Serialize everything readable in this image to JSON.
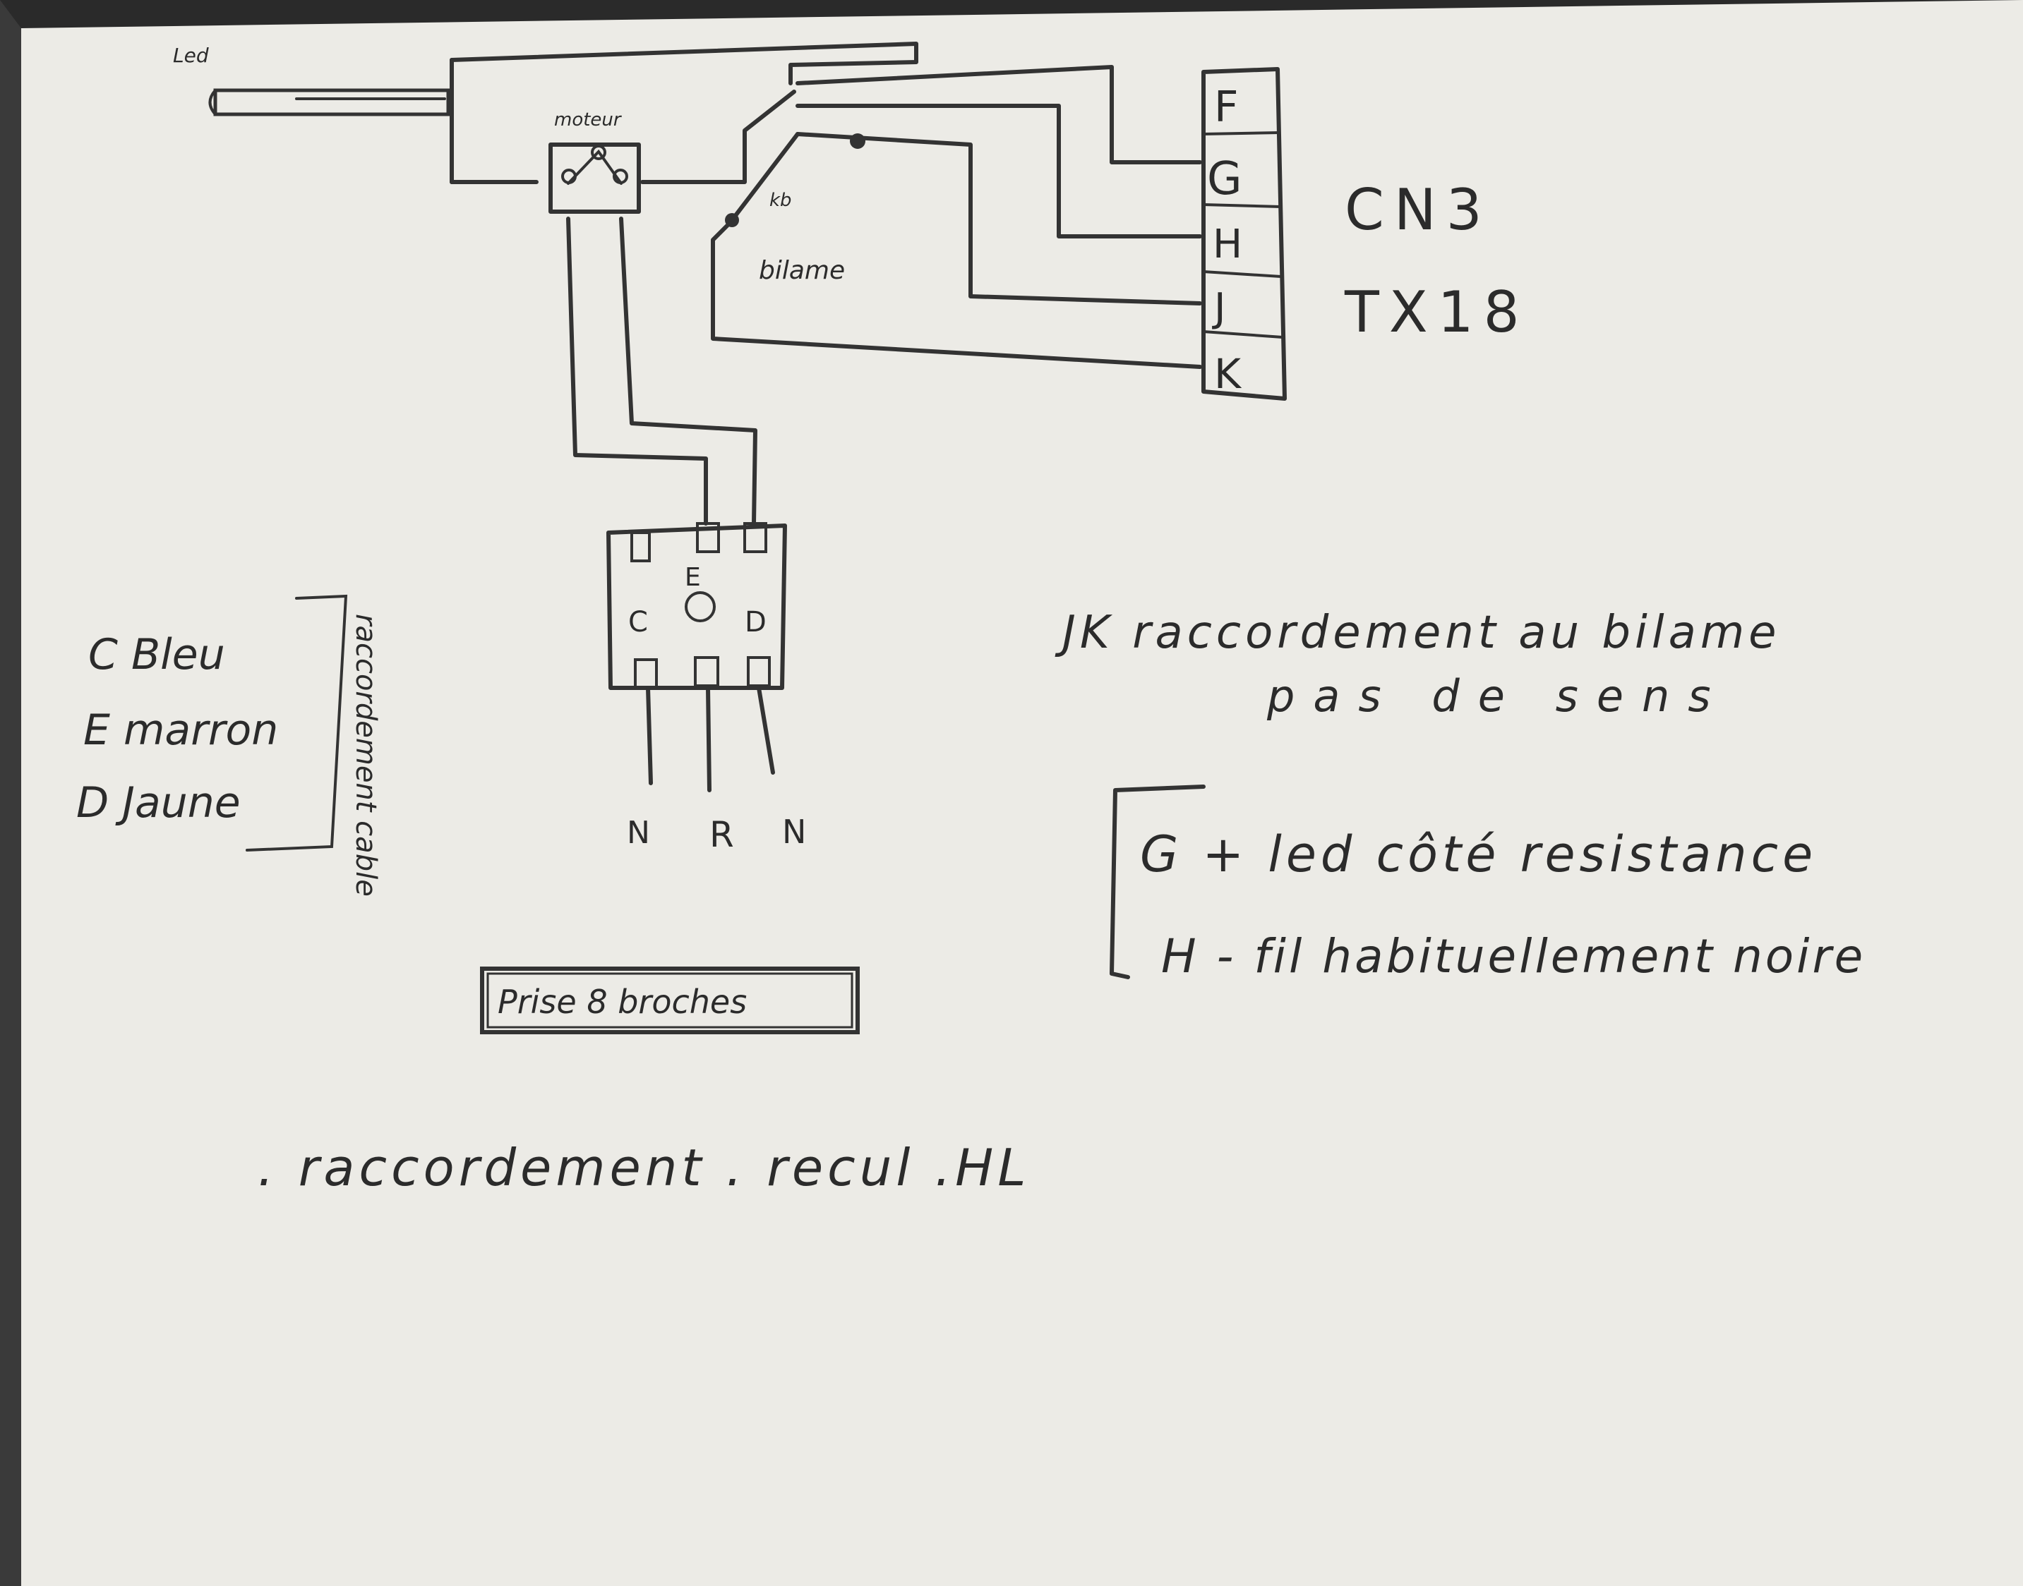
{
  "labels": {
    "led": "Led",
    "moteur": "moteur",
    "bilame_tag": "kb",
    "bilame": "bilame",
    "terminals": [
      "F",
      "G",
      "H",
      "J",
      "K"
    ],
    "cn3": "CN3",
    "tx18": "TX18",
    "socket_c": "C",
    "socket_e": "E",
    "socket_d": "D",
    "pins": [
      "N",
      "R",
      "N"
    ],
    "prise": "Prise 8 broches",
    "legend": [
      "C Bleu",
      "E marron",
      "D Jaune"
    ],
    "legend_side": "raccordement cable",
    "note_jk_1": "JK raccordement au bilame",
    "note_jk_2": "pas de sens",
    "note_g": "G + led côté resistance",
    "note_h": "H - fil habituellement noire",
    "footer": ". raccordement . recul .HL"
  },
  "colors": {
    "paper": "#ecebe6",
    "ink": "#2b2b2b",
    "background": "#2a2a2a"
  }
}
